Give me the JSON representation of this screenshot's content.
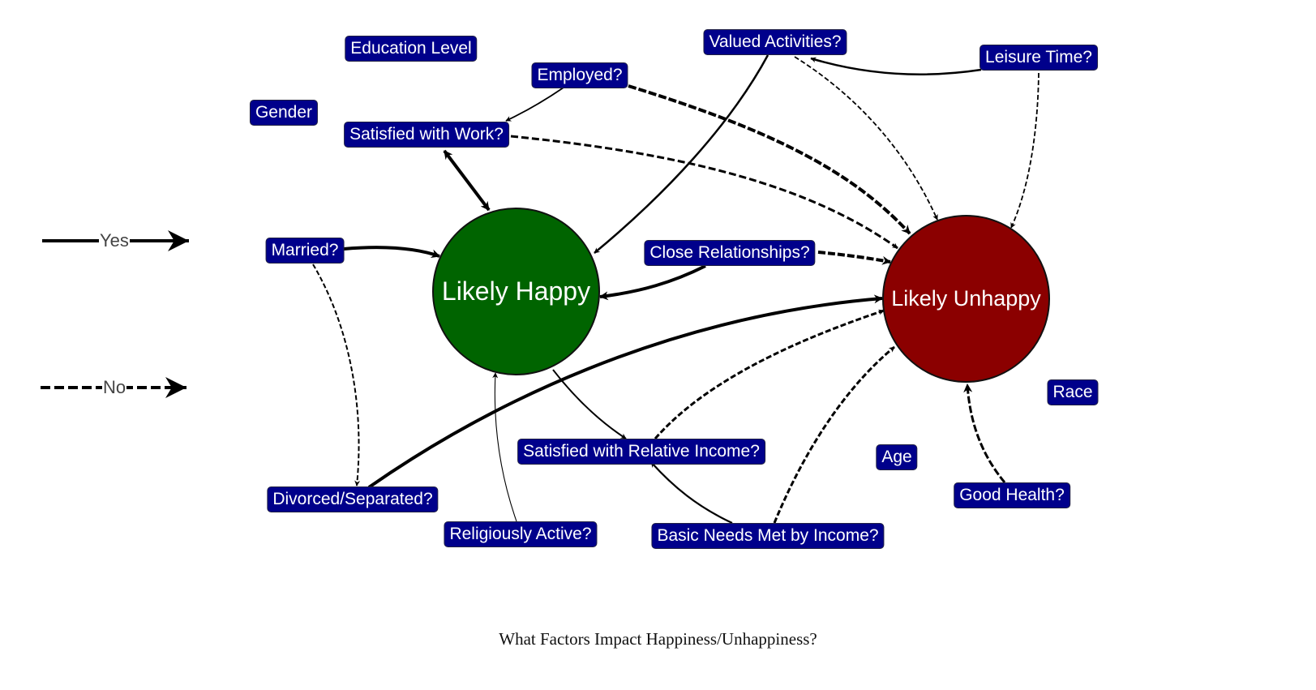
{
  "caption": "What Factors Impact Happiness/Unhappiness?",
  "legend": {
    "yes_label": "Yes",
    "no_label": "No"
  },
  "outcomes": {
    "happy": {
      "label": "Likely Happy",
      "color": "#006400"
    },
    "unhappy": {
      "label": "Likely Unhappy",
      "color": "#8b0000"
    }
  },
  "factors": {
    "education": "Education Level",
    "gender": "Gender",
    "employed": "Employed?",
    "satisfied_work": "Satisfied with Work?",
    "valued_activities": "Valued Activities?",
    "leisure_time": "Leisure Time?",
    "married": "Married?",
    "close_relationships": "Close Relationships?",
    "race": "Race",
    "relative_income": "Satisfied with Relative Income?",
    "age": "Age",
    "good_health": "Good Health?",
    "divorced": "Divorced/Separated?",
    "religious": "Religiously Active?",
    "basic_needs": "Basic Needs Met by Income?"
  },
  "node_color": "#00008b",
  "edges": [
    {
      "from": "satisfied_work",
      "to": "happy",
      "type": "yes",
      "bidirectional": true
    },
    {
      "from": "employed",
      "to": "satisfied_work",
      "type": "yes"
    },
    {
      "from": "employed",
      "to": "unhappy",
      "type": "no"
    },
    {
      "from": "satisfied_work",
      "to": "unhappy",
      "type": "no"
    },
    {
      "from": "valued_activities",
      "to": "happy",
      "type": "yes"
    },
    {
      "from": "valued_activities",
      "to": "unhappy",
      "type": "no"
    },
    {
      "from": "leisure_time",
      "to": "valued_activities",
      "type": "yes"
    },
    {
      "from": "leisure_time",
      "to": "unhappy",
      "type": "no"
    },
    {
      "from": "married",
      "to": "happy",
      "type": "yes"
    },
    {
      "from": "married",
      "to": "divorced",
      "type": "no"
    },
    {
      "from": "close_relationships",
      "to": "happy",
      "type": "yes"
    },
    {
      "from": "close_relationships",
      "to": "unhappy",
      "type": "no"
    },
    {
      "from": "divorced",
      "to": "unhappy",
      "type": "yes"
    },
    {
      "from": "relative_income",
      "to": "unhappy",
      "type": "no"
    },
    {
      "from": "happy",
      "to": "relative_income",
      "type": "yes"
    },
    {
      "from": "religious",
      "to": "happy",
      "type": "yes"
    },
    {
      "from": "basic_needs",
      "to": "relative_income",
      "type": "yes"
    },
    {
      "from": "basic_needs",
      "to": "unhappy",
      "type": "no"
    },
    {
      "from": "good_health",
      "to": "unhappy",
      "type": "no"
    }
  ]
}
